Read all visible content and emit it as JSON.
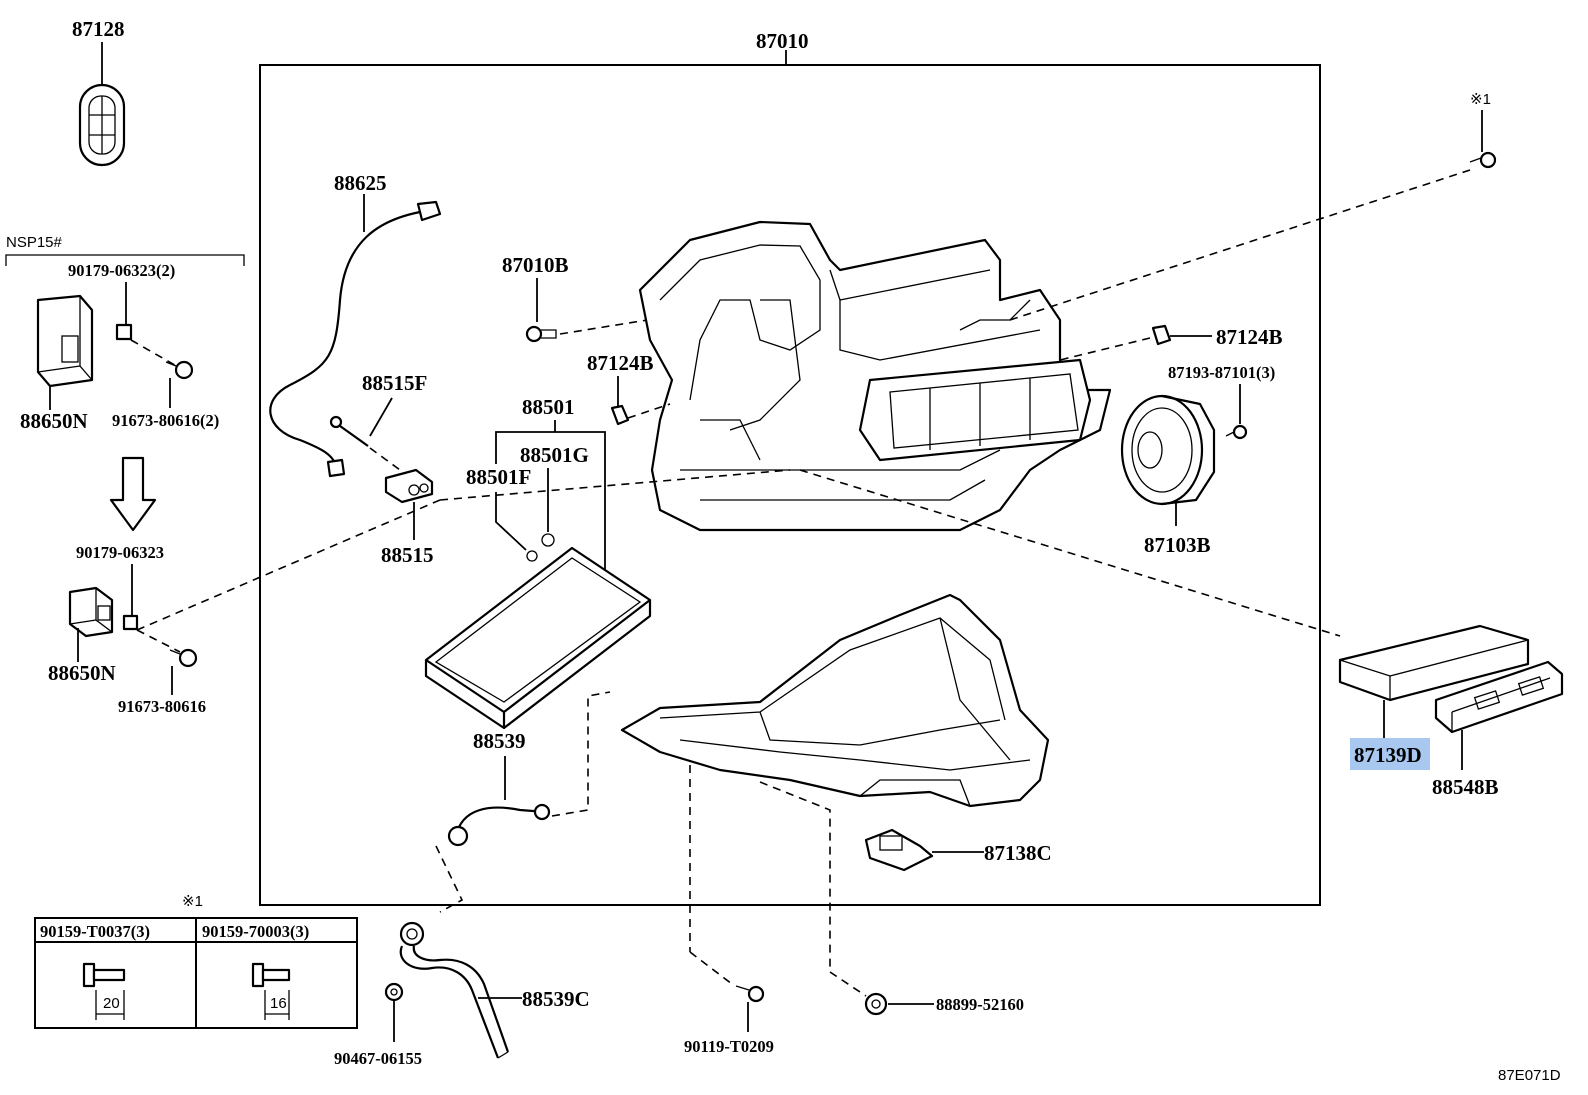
{
  "diagram": {
    "code": "87E071D",
    "note_nsp": "NSP15#",
    "note_mark": "※1",
    "labels": {
      "p87128": "87128",
      "p87010": "87010",
      "p88625": "88625",
      "p87010B": "87010B",
      "p87124B_a": "87124B",
      "p87124B_b": "87124B",
      "p87193": "87193-87101(3)",
      "p88515F": "88515F",
      "p88501": "88501",
      "p88501G": "88501G",
      "p88501F": "88501F",
      "p88515": "88515",
      "p87103B": "87103B",
      "p90179_2": "90179-06323(2)",
      "p91673_2": "91673-80616(2)",
      "p88650N_a": "88650N",
      "p90179": "90179-06323",
      "p88650N_b": "88650N",
      "p91673": "91673-80616",
      "p88539": "88539",
      "p87139D": "87139D",
      "p88548B": "88548B",
      "p87138C": "87138C",
      "p88539C": "88539C",
      "p90467": "90467-06155",
      "p90119": "90119-T0209",
      "p88899": "88899-52160"
    },
    "bolt_table": {
      "col1_header": "90159-T0037(3)",
      "col2_header": "90159-70003(3)",
      "col1_dim": "20",
      "col2_dim": "16"
    },
    "highlight_color": "#a8c8f0"
  }
}
